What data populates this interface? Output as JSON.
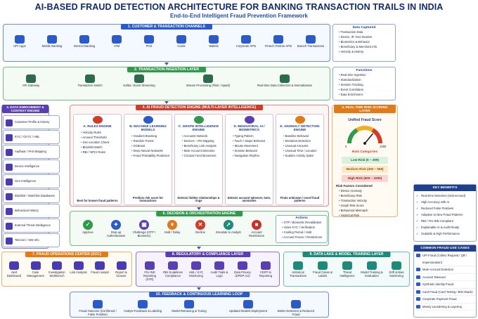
{
  "title": "AI-BASED FRAUD DETECTION ARCHITECTURE FOR BANKING TRANSACTION TRAILS IN INDIA",
  "subtitle": "End-to-End Intelligent Fraud Prevention Framework",
  "s1": {
    "header": "1. CUSTOMER & TRANSACTION CHANNELS",
    "channels": [
      "UPI Apps",
      "Mobile Banking",
      "Internet Banking",
      "ATM",
      "POS",
      "Cards",
      "Wallets",
      "Corporate APIs",
      "Fintech Partner APIs",
      "Branch Transactions"
    ],
    "captured_title": "Data Captured",
    "captured": [
      "Transaction Data",
      "Device, IP, Geo-location",
      "Biometrics & Behavior",
      "Beneficiary & Merchant Info",
      "Velocity & History"
    ]
  },
  "s2": {
    "header": "2. TRANSACTION INGESTION LAYER",
    "items": [
      "API Gateway",
      "Transaction Switch",
      "Kafka / Event Streaming",
      "Stream Processing (Flink / Spark)",
      "Real-time Data Collectors & Normalization"
    ],
    "functions_title": "Functions",
    "functions": [
      "Real-time Ingestion",
      "Standardization",
      "Session Tracking",
      "Event Correlation",
      "Data Enrichment"
    ]
  },
  "s3": {
    "header": "3. DATA ENRICHMENT & CONTEXT ENGINE",
    "items": [
      "Customer Profile & History",
      "KYC / CKYC / AML",
      "Aadhaar / PAN Mapping",
      "Device Intelligence",
      "Geo Intelligence",
      "Blacklist / Watchlist Databases",
      "Behavioral History",
      "External Threat Intelligence",
      "Telecom / SIM Info"
    ]
  },
  "s4": {
    "header": "4. AI FRAUD DETECTION ENGINE (MULTI-LAYER INTELLIGENCE)",
    "engines": [
      {
        "title": "A. RULES ENGINE",
        "items": [
          "Velocity Rules",
          "Amount Threshold",
          "Geo Location Check",
          "Blacklist Match",
          "RBI / NPCI Rules"
        ],
        "foot": "Best for known fraud patterns"
      },
      {
        "title": "B. MACHINE LEARNING MODELS",
        "items": [
          "Gradient Boosting",
          "Random Forest",
          "XGBoost",
          "Deep Neural Networks",
          "Fraud Probability Prediction"
        ],
        "foot": "Predicts risk score for transactions"
      },
      {
        "title": "C. GRAPH INTELLIGENCE ENGINE",
        "items": [
          "Accounts Network",
          "Devices – IPs Mapping",
          "Beneficiary Link Analysis",
          "Mule Account Detection",
          "Circular Fund Movement"
        ],
        "foot": "Detects hidden relationships & rings"
      },
      {
        "title": "D. BEHAVIORAL AI / BIOMETRICS",
        "items": [
          "Typing Pattern",
          "Touch / Swipe Behavior",
          "Mouse Movement",
          "Session Behavior",
          "Navigation Rhythm"
        ],
        "foot": "Detects account takeover, bots, anomalies"
      },
      {
        "title": "E. ANOMALY DETECTION ENGINE",
        "items": [
          "Baseline Behavior",
          "Deviation Detection",
          "Unusual Amounts",
          "Unusual Time / Location",
          "Sudden Activity Spike"
        ],
        "foot": "Finds unknown / novel fraud patterns"
      }
    ]
  },
  "s5": {
    "header": "5. REAL-TIME RISK SCORING LAYER",
    "gauge_title": "Unified Fraud Score",
    "gauge_min": "0",
    "gauge_max": "1000",
    "categories_title": "Risk Categories",
    "categories": [
      "Low Risk (0 – 299)",
      "Medium Risk (300 – 599)",
      "High Risk (600 – 1000)"
    ],
    "factors_title": "Risk Factors Considered",
    "factors": [
      "Device Anomaly",
      "Beneficiary Risk",
      "Transaction Velocity",
      "Graph Risk Score",
      "Behavioral Mismatch",
      "Historical Risk"
    ]
  },
  "s6": {
    "header": "6. DECISION & ORCHESTRATION ENGINE",
    "decisions": [
      "Approve",
      "Step-up Authentication",
      "Challenge (OTP / Biometric)",
      "Hold / Delay",
      "Decline",
      "Escalate to Analyst",
      "Account Restrictions"
    ],
    "actions_title": "Actions",
    "actions": [
      "OTP / Biometric Revalidation",
      "Video KYC / Verification",
      "Cooling Period / Hold",
      "Account Freeze / Restrictions"
    ]
  },
  "s7": {
    "header": "7. FRAUD OPERATIONS CENTER (SOC)",
    "items": [
      "Alert Dashboard",
      "Case Management",
      "Investigation Workbench",
      "Link Analysis",
      "Fraud Analyst",
      "Report & Closure"
    ]
  },
  "s8": {
    "header": "8. REGULATORY & COMPLIANCE LAYER",
    "items": [
      "FIU-IND Reporting (STR)",
      "RBI Guidelines Compliance",
      "AML / KYC Monitoring",
      "Audit Trails & Logs",
      "Data Privacy (DPDP Act)",
      "CERT-In Reporting"
    ]
  },
  "s9": {
    "header": "9. DATA LAKE & MODEL TRAINING LAYER",
    "items": [
      "Historical Transactions",
      "Fraud Cases & Labels",
      "Threat Intelligence",
      "Model Training & Evaluation",
      "Drift & Bias Monitoring"
    ]
  },
  "s10": {
    "header": "10. FEEDBACK & CONTINUOUS LEARNING LOOP",
    "items": [
      "Fraud Outcome (Confirmed / False Positive)",
      "Analyst Feedback & Labeling",
      "Model Retraining & Tuning",
      "Updated Models Deployment",
      "Better Detection & Reduced Fraud"
    ]
  },
  "benefits": {
    "title": "KEY BENEFITS",
    "items": [
      "Real-time Detection (Sub-second)",
      "High Accuracy with AI",
      "Reduced False Positives",
      "Adaptive to New Fraud Patterns",
      "RBI / FIU-IND Compliant",
      "Explainable AI & Audit Ready",
      "Scalable & High Performance"
    ]
  },
  "usecases": {
    "title": "COMMON FRAUD USE CASES",
    "items": [
      "UPI Fraud (Collect Request / QR / Impersonation)",
      "Mule Account Detection",
      "Account Takeover",
      "Synthetic Identity Fraud",
      "Card Fraud (Card Testing / BIN Attack)",
      "Corporate Payment Fraud",
      "Money Laundering & Layering"
    ]
  },
  "colors": {
    "primary": "#2a5bc8",
    "green": "#2e9a4a",
    "red": "#d23a2a",
    "orange": "#e27a1a",
    "purple": "#5a3fb0"
  },
  "gauge_value_fraction": 0.72
}
